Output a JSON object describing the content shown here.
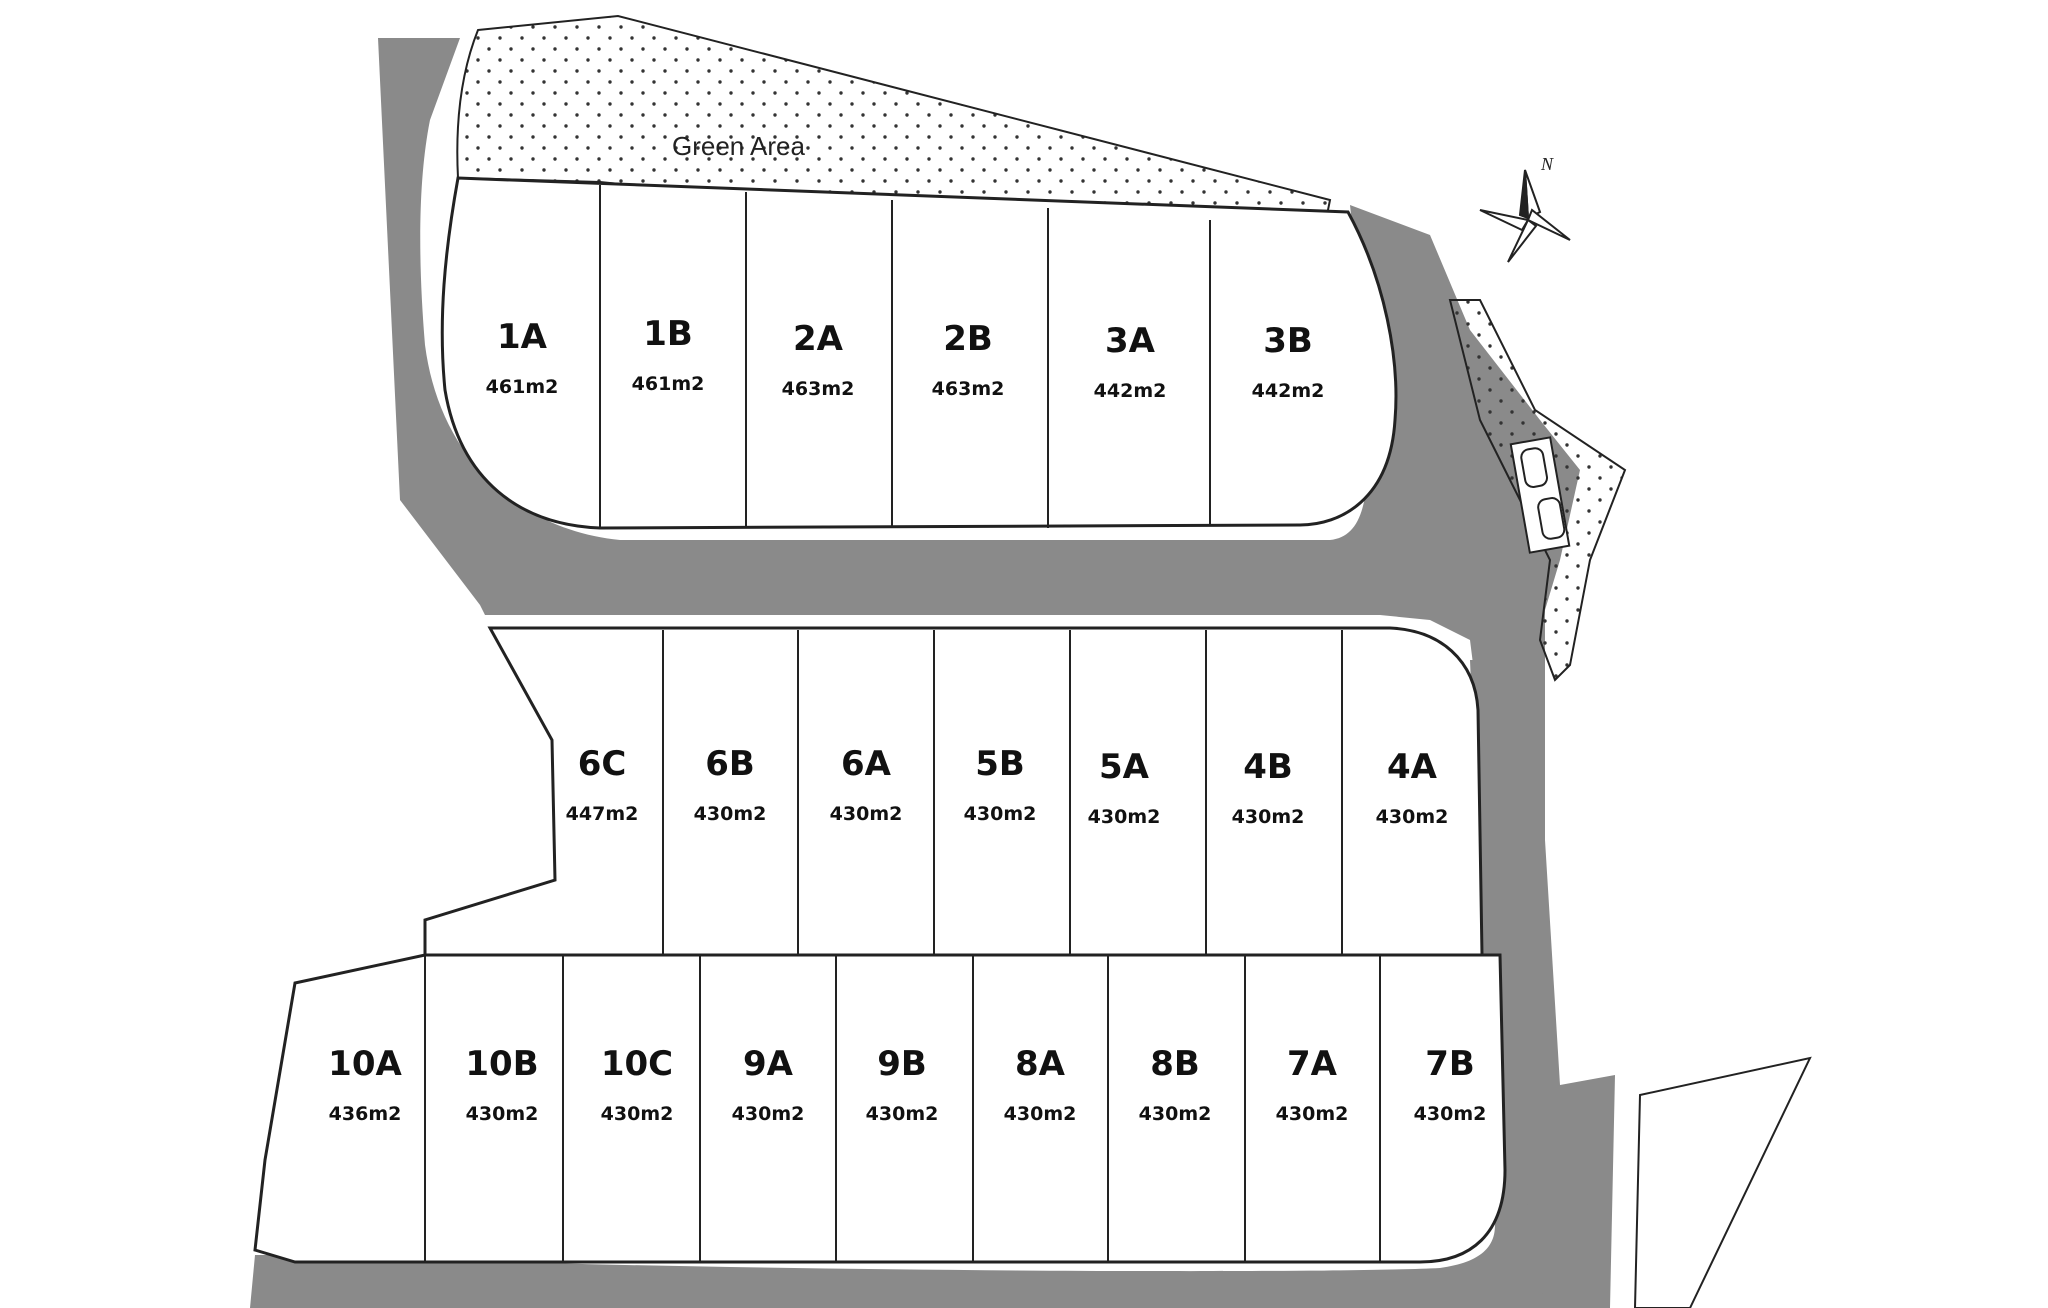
{
  "green_area": {
    "label": "Green Area"
  },
  "north": {
    "label": "N"
  },
  "colors": {
    "road": "#8a8a8a",
    "lot_fill": "#ffffff",
    "outline": "#222222",
    "dots": "#333333"
  },
  "lots": [
    {
      "id": "1A",
      "area": "461m2"
    },
    {
      "id": "1B",
      "area": "461m2"
    },
    {
      "id": "2A",
      "area": "463m2"
    },
    {
      "id": "2B",
      "area": "463m2"
    },
    {
      "id": "3A",
      "area": "442m2"
    },
    {
      "id": "3B",
      "area": "442m2"
    },
    {
      "id": "6C",
      "area": "447m2"
    },
    {
      "id": "6B",
      "area": "430m2"
    },
    {
      "id": "6A",
      "area": "430m2"
    },
    {
      "id": "5B",
      "area": "430m2"
    },
    {
      "id": "5A",
      "area": "430m2"
    },
    {
      "id": "4B",
      "area": "430m2"
    },
    {
      "id": "4A",
      "area": "430m2"
    },
    {
      "id": "10A",
      "area": "436m2"
    },
    {
      "id": "10B",
      "area": "430m2"
    },
    {
      "id": "10C",
      "area": "430m2"
    },
    {
      "id": "9A",
      "area": "430m2"
    },
    {
      "id": "9B",
      "area": "430m2"
    },
    {
      "id": "8A",
      "area": "430m2"
    },
    {
      "id": "8B",
      "area": "430m2"
    },
    {
      "id": "7A",
      "area": "430m2"
    },
    {
      "id": "7B",
      "area": "430m2"
    }
  ]
}
